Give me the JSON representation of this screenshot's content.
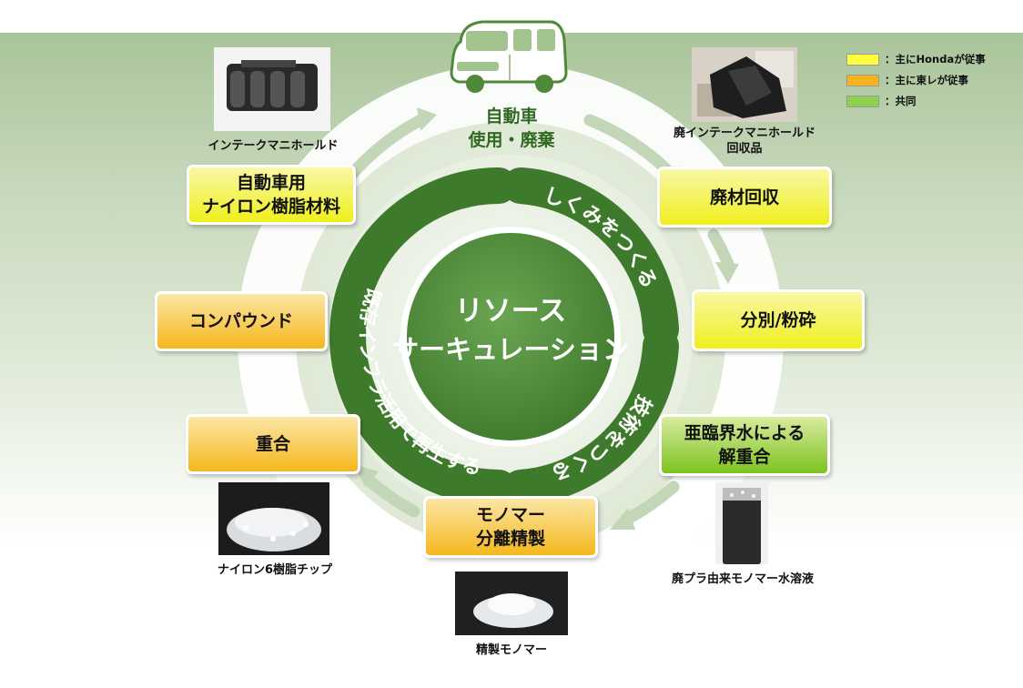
{
  "center": {
    "line1": "リソース",
    "line2": "サーキュレーション"
  },
  "ring": {
    "top_right": "しくみをつくる",
    "bottom_right": "技術をつくる",
    "left": "既存インフラ活用で再生する"
  },
  "car": {
    "line1": "自動車",
    "line2": "使用・廃棄"
  },
  "boxes": {
    "material": {
      "line1": "自動車用",
      "line2": "ナイロン樹脂材料"
    },
    "compound": "コンパウンド",
    "polymerization": "重合",
    "monomer": {
      "line1": "モノマー",
      "line2": "分離精製"
    },
    "depolymerization": {
      "line1": "亜臨界水による",
      "line2": "解重合"
    },
    "sorting": "分別/粉砕",
    "collection": "廃材回収"
  },
  "captions": {
    "intake_manifold": "インテークマニホールド",
    "waste_manifold": {
      "line1": "廃インテークマニホールド",
      "line2": "回収品"
    },
    "nylon_chips": "ナイロン6樹脂チップ",
    "refined_monomer": "精製モノマー",
    "monomer_solution": "廃プラ由来モノマー水溶液"
  },
  "legend": [
    {
      "label": "：主にHondaが従事",
      "color": "#ffff3c"
    },
    {
      "label": "：主に東レが従事",
      "color": "#f5b41e"
    },
    {
      "label": "：共同",
      "color": "#8fd14f"
    }
  ],
  "colors": {
    "ring_green": "#3e7a2c",
    "center_green": "#4e8a3a",
    "outer_ring": "#ffffff",
    "flow_arrow": "#c7d9bd"
  }
}
